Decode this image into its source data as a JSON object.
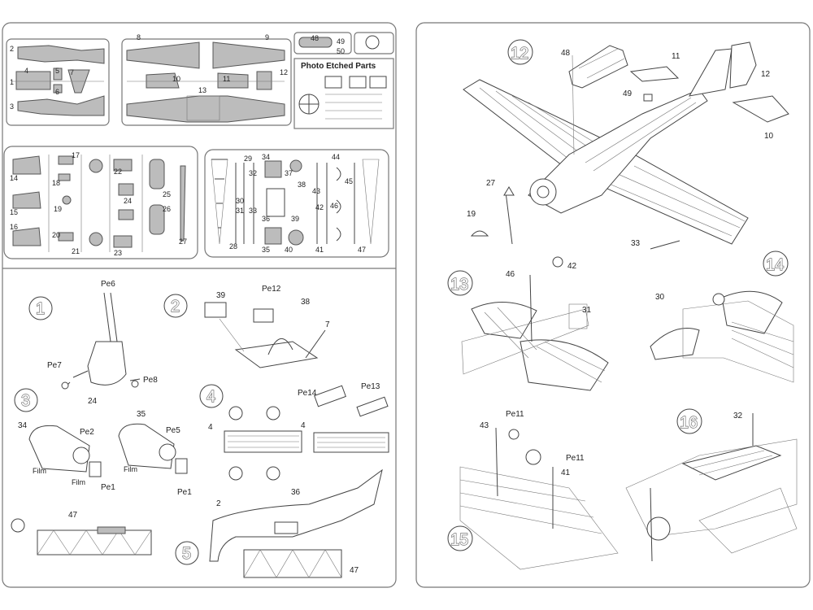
{
  "left_page": {
    "sprue_top": {
      "labels": [
        "2",
        "1",
        "3",
        "4",
        "5",
        "6",
        "7",
        "8",
        "9",
        "10",
        "11",
        "12",
        "13"
      ],
      "pe_labels": [
        "48",
        "49",
        "50"
      ],
      "photo_etched_title": "Photo Etched Parts"
    },
    "sprue_mid_left": {
      "labels": [
        "14",
        "15",
        "16",
        "17",
        "18",
        "19",
        "20",
        "21",
        "22",
        "23",
        "24",
        "25",
        "26",
        "27"
      ]
    },
    "sprue_mid_right": {
      "labels": [
        "28",
        "29",
        "30",
        "31",
        "32",
        "33",
        "34",
        "35",
        "36",
        "37",
        "38",
        "39",
        "40",
        "41",
        "42",
        "43",
        "44",
        "45",
        "46",
        "47"
      ]
    },
    "steps": [
      {
        "num": "1",
        "labels": [
          "Pe6",
          "Pe7",
          "Pe8",
          "24"
        ]
      },
      {
        "num": "2",
        "labels": [
          "39",
          "Pe12",
          "38",
          "7"
        ]
      },
      {
        "num": "3",
        "labels": [
          "34",
          "Pe2",
          "35",
          "Pe5",
          "Film",
          "Film",
          "Pe1",
          "Film",
          "Pe1"
        ]
      },
      {
        "num": "4",
        "labels": [
          "Pe14",
          "Pe13",
          "4",
          "4"
        ]
      },
      {
        "num": "5",
        "labels": [
          "47",
          "2",
          "36",
          "47"
        ]
      }
    ]
  },
  "right_page": {
    "steps": [
      {
        "num": "12",
        "labels": [
          "48",
          "11",
          "12",
          "49",
          "10",
          "27",
          "19",
          "33"
        ]
      },
      {
        "num": "13",
        "labels": [
          "46",
          "42",
          "31"
        ]
      },
      {
        "num": "14",
        "labels": [
          "30"
        ]
      },
      {
        "num": "15",
        "labels": [
          "43",
          "Pe11",
          "Pe11",
          "41"
        ]
      },
      {
        "num": "16",
        "labels": [
          "32"
        ]
      }
    ]
  },
  "colors": {
    "page": "#ffffff",
    "frame": "#777777",
    "plastic": "#bcbcbc"
  }
}
